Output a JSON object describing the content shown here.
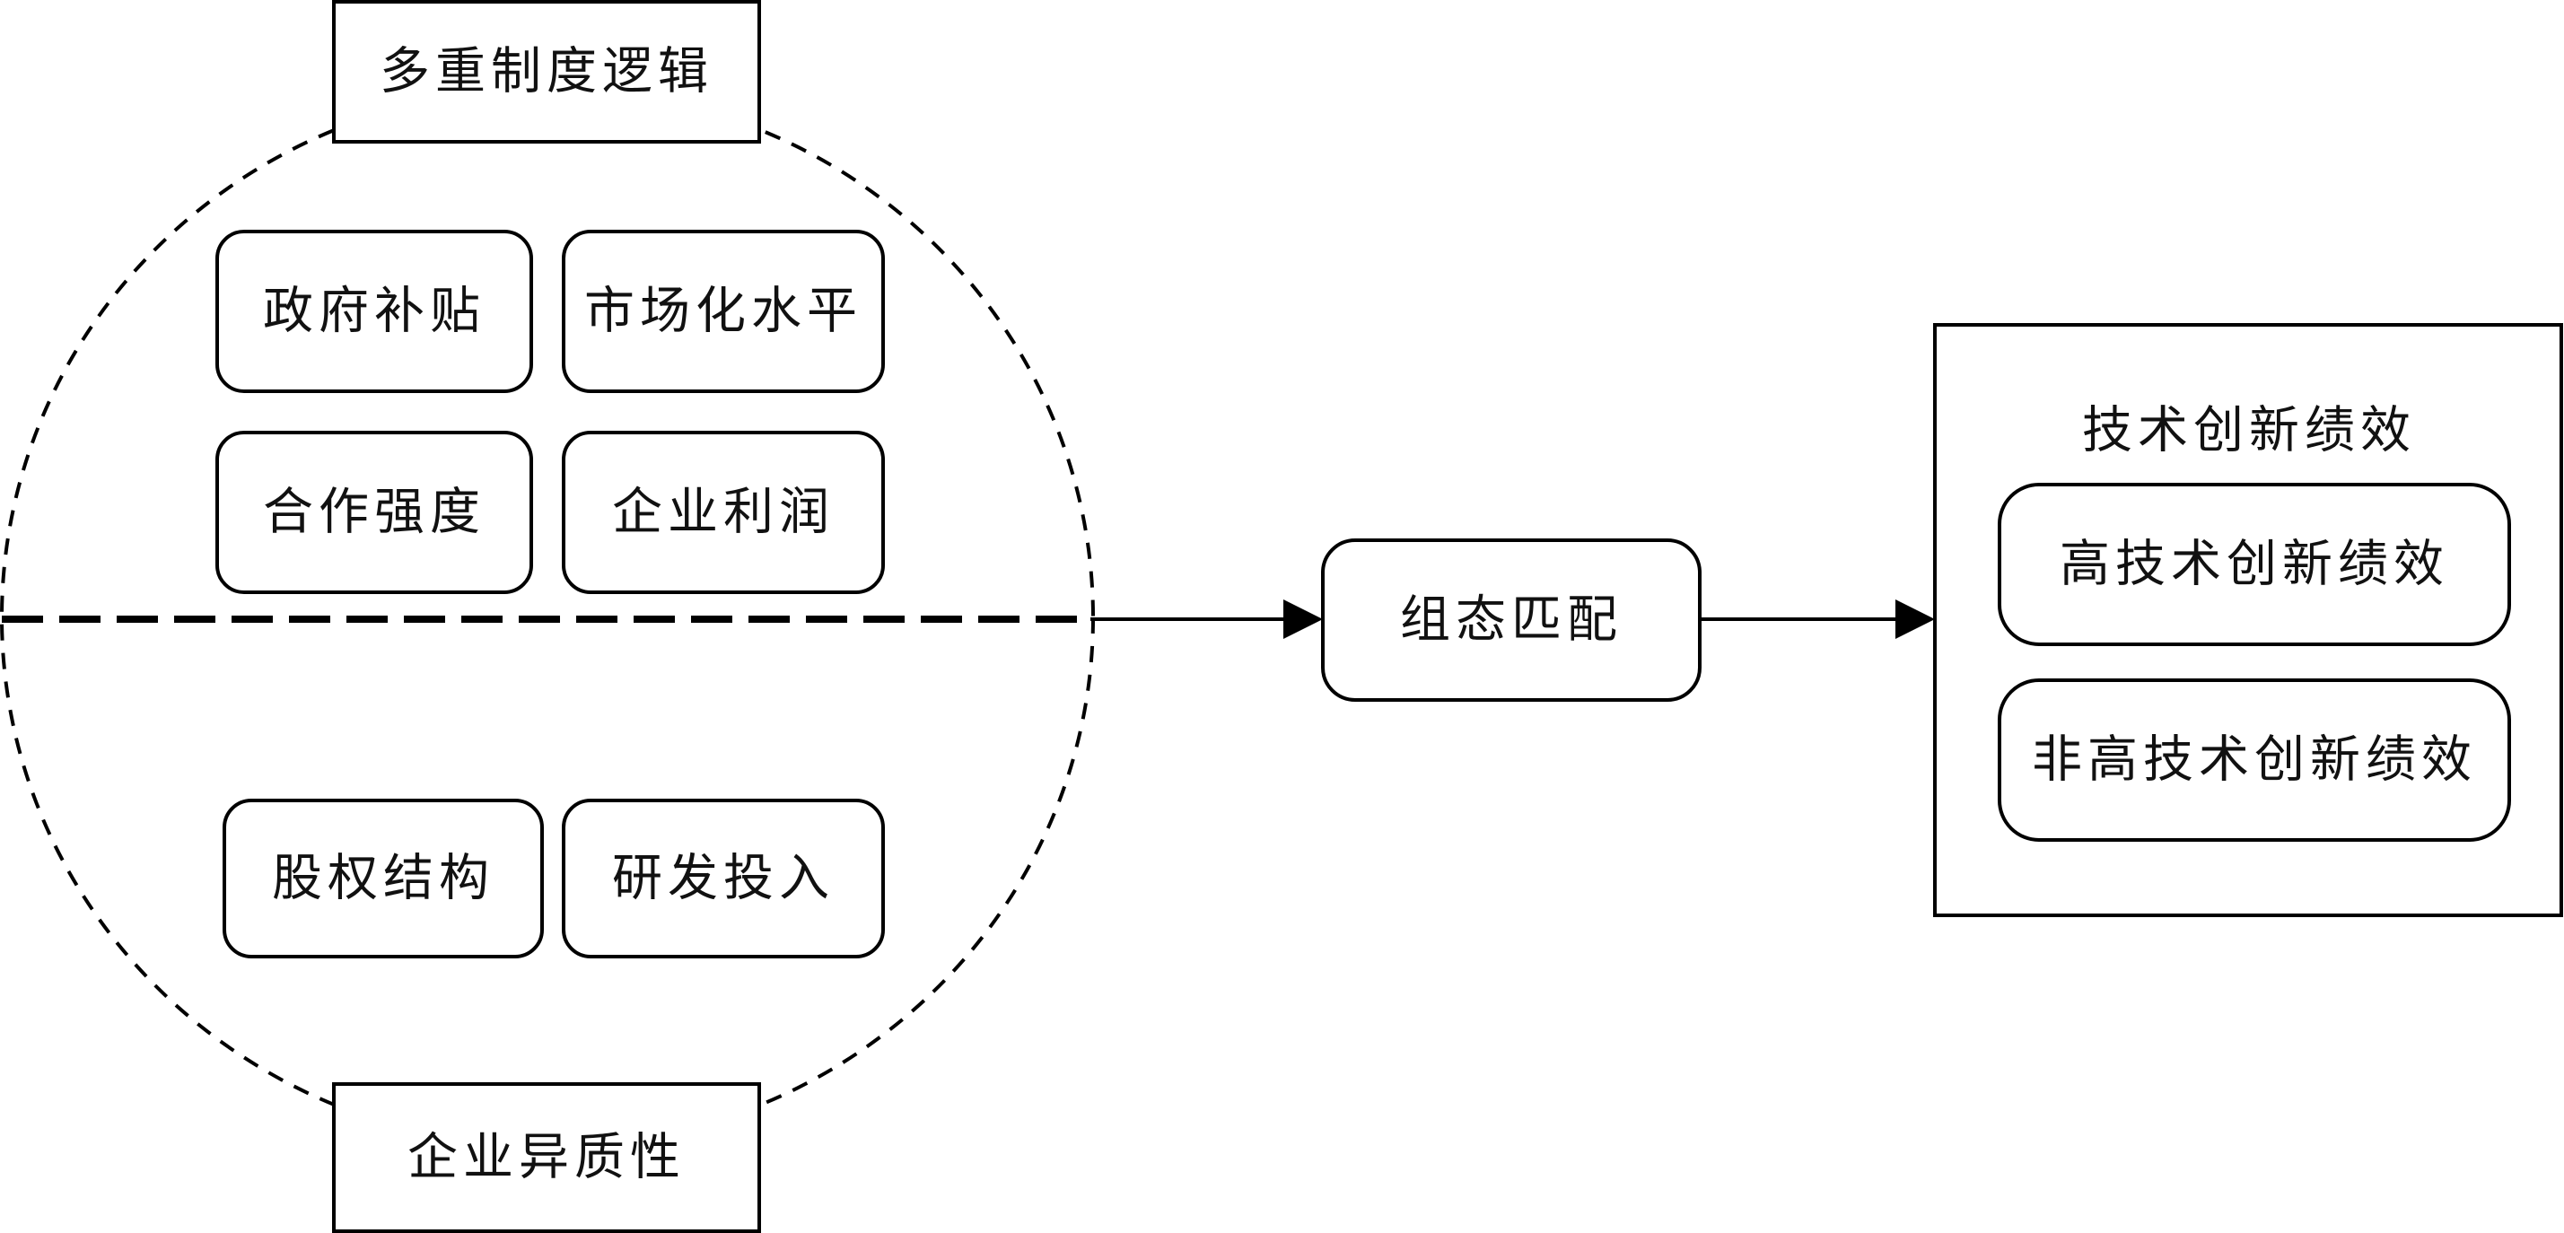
{
  "diagram": {
    "top_label": "多重制度逻辑",
    "bottom_label": "企业异质性",
    "institutional_factors": [
      "政府补贴",
      "市场化水平",
      "合作强度",
      "企业利润"
    ],
    "firm_factors": [
      "股权结构",
      "研发投入"
    ],
    "middle_node": "组态匹配",
    "outcome_title": "技术创新绩效",
    "outcomes": [
      "高技术创新绩效",
      "非高技术创新绩效"
    ]
  }
}
